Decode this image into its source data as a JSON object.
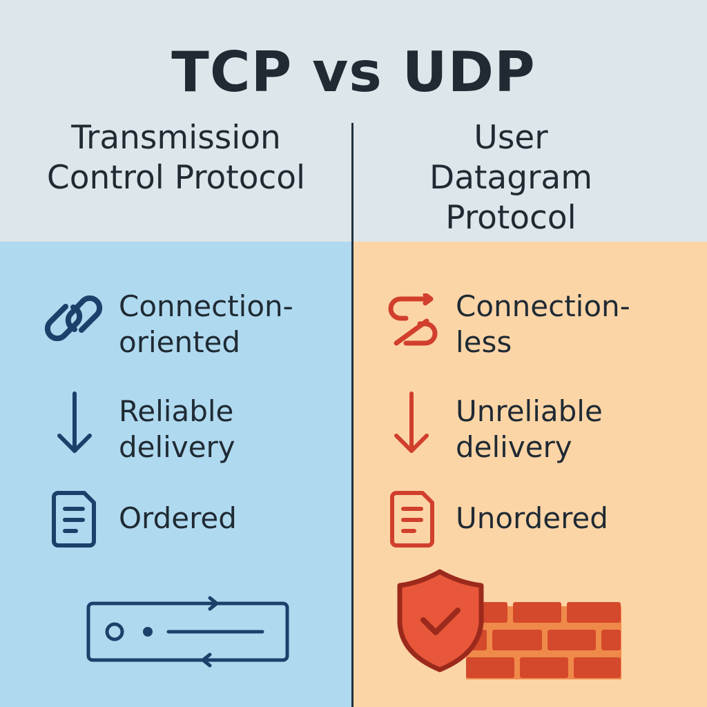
{
  "title": "TCP vs UDP",
  "tcp": {
    "name_lines": [
      "Transmission",
      "Control Protocol"
    ],
    "features": [
      {
        "icon": "link-icon",
        "lines": [
          "Connection-",
          "oriented"
        ]
      },
      {
        "icon": "arrow-down-icon",
        "lines": [
          "Reliable",
          "delivery"
        ]
      },
      {
        "icon": "document-icon",
        "lines": [
          "Ordered"
        ]
      }
    ],
    "color": "#1b416b"
  },
  "udp": {
    "name_lines": [
      "User",
      "Datagram",
      "Protocol"
    ],
    "features": [
      {
        "icon": "broken-link-icon",
        "lines": [
          "Connection-",
          "less"
        ]
      },
      {
        "icon": "arrow-down-icon",
        "lines": [
          "Unreliable",
          "delivery"
        ]
      },
      {
        "icon": "document-icon",
        "lines": [
          "Unordered"
        ]
      }
    ],
    "color": "#d13f2c"
  }
}
